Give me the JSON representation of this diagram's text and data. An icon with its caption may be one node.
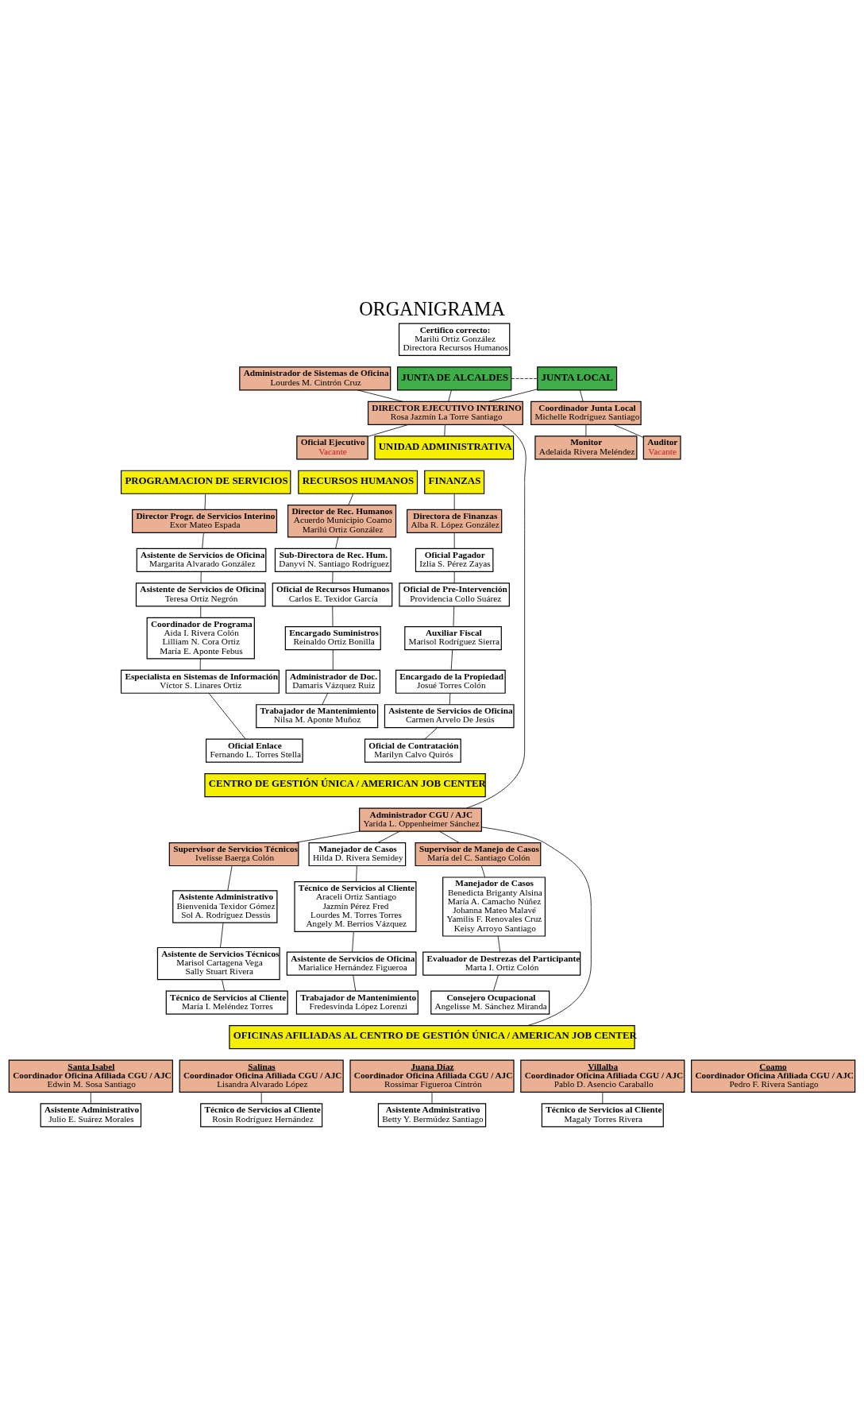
{
  "diagram": {
    "title": "ORGANIGRAMA",
    "nodes": [
      {
        "text": [
          "JUNTA DE ALCALDES"
        ]
      },
      {
        "text": [
          "JUNTA LOCAL"
        ]
      },
      {
        "text": [
          "Administrador de Sistemas de Oficina",
          "Lourdes M. Cintrón Cruz"
        ]
      },
      {
        "text": [
          "DIRECTOR EJECUTIVO INTERINO",
          "Rosa Jazmín La Torre Santiago"
        ]
      },
      {
        "text": [
          "Coordinador Junta Local",
          "Michelle Rodríguez Santiago"
        ]
      },
      {
        "text": [
          "Monitor",
          "Adelaida Rivera Meléndez"
        ]
      },
      {
        "text": [
          "Auditor",
          "Vacante"
        ]
      },
      {
        "text": [
          "Oficial Ejecutivo",
          "Vacante"
        ]
      },
      {
        "text": [
          "UNIDAD ADMINISTRATIVA"
        ]
      },
      {
        "text": [
          "PROGRAMACION DE SERVICIOS"
        ]
      },
      {
        "text": [
          "RECURSOS HUMANOS"
        ]
      },
      {
        "text": [
          "FINANZAS"
        ]
      },
      {
        "text": [
          "Director Progr. de Servicios Interino",
          "Exor Mateo Espada"
        ]
      },
      {
        "text": [
          "Asistente de Servicios de Oficina",
          "Margarita Alvarado González"
        ]
      },
      {
        "text": [
          "Asistente de Servicios de Oficina",
          "Teresa Ortiz Negrón"
        ]
      },
      {
        "text": [
          "Coordinador de Programa",
          "Aida I. Rivera Colón",
          "Lilliam N. Cora Ortiz",
          "María E. Aponte Febus"
        ]
      },
      {
        "text": [
          "Especialista en Sistemas de Información",
          "Víctor S. Linares Ortiz"
        ]
      },
      {
        "text": [
          "Oficial Enlace",
          "Fernando L. Torres Stella"
        ]
      },
      {
        "text": [
          "Director de Rec. Humanos",
          "Acuerdo Municipio Coamo",
          "Marilú Ortiz González"
        ]
      },
      {
        "text": [
          "Sub-Directora de Rec. Hum.",
          "Danyví N. Santiago Rodríguez"
        ]
      },
      {
        "text": [
          "Oficial de Recursos Humanos",
          "Carlos E. Texidor García"
        ]
      },
      {
        "text": [
          "Encargado Suministros",
          "Reinaldo Ortiz Bonilla"
        ]
      },
      {
        "text": [
          "Administrador de Doc.",
          "Damaris Vázquez Ruiz"
        ]
      },
      {
        "text": [
          "Trabajador de Mantenimiento",
          "Nilsa M. Aponte Muñoz"
        ]
      },
      {
        "text": [
          "Directora de Finanzas",
          "Alba R. López González"
        ]
      },
      {
        "text": [
          "Oficial Pagador",
          "Izlia S. Pérez Zayas"
        ]
      },
      {
        "text": [
          "Oficial de Pre-Intervención",
          "Providencia Collo Suárez"
        ]
      },
      {
        "text": [
          "Auxiliar Fiscal",
          "Marisol Rodríguez Sierra"
        ]
      },
      {
        "text": [
          "Encargado de la Propiedad",
          "Josué Torres Colón"
        ]
      },
      {
        "text": [
          "Asistente de Servicios de Oficina",
          "Carmen Arvelo De Jesús"
        ]
      },
      {
        "text": [
          "Oficial de Contratación",
          "Marilyn Calvo Quirós"
        ]
      },
      {
        "text": [
          "CENTRO DE GESTIÓN ÚNICA / AMERICAN JOB CENTER"
        ]
      },
      {
        "text": [
          "Administrador CGU / AJC",
          "Yarida L. Oppenheimer Sánchez"
        ]
      },
      {
        "text": [
          "Supervisor de Servicios Técnicos",
          "Ivelisse Baerga Colón"
        ]
      },
      {
        "text": [
          "Asistente Administrativo",
          "Bienvenida Texidor Gómez",
          "Sol A. Rodríguez Dessús"
        ]
      },
      {
        "text": [
          "Asistente de Servicios Técnicos",
          "Marisol Cartagena Vega",
          "Sally Stuart Rivera"
        ]
      },
      {
        "text": [
          "Técnico de Servicios al Cliente",
          "María I. Meléndez Torres"
        ]
      },
      {
        "text": [
          "Manejador de Casos",
          "Hilda D. Rivera Semidey"
        ]
      },
      {
        "text": [
          "Técnico de Servicios al Cliente",
          "Araceli Ortiz Santiago",
          "Jazmín Pérez Fred",
          "Lourdes M. Torres Torres",
          "Angely M. Berrios Vázquez"
        ]
      },
      {
        "text": [
          "Asistente de Servicios de Oficina",
          "Marialice Hernández Figueroa"
        ]
      },
      {
        "text": [
          "Trabajador de Mantenimiento",
          "Fredesvinda López Lorenzi"
        ]
      },
      {
        "text": [
          "Supervisor de Manejo de Casos",
          "María del C. Santiago Colón"
        ]
      },
      {
        "text": [
          "Manejador de Casos",
          "Benedicta Briganty Alsina",
          "María A. Camacho Núñez",
          "Johanna Mateo Malavé",
          "Yamilis F. Renovales Cruz",
          "Keisy Arroyo Santiago"
        ]
      },
      {
        "text": [
          "Evaluador de Destrezas del Participante",
          "Marta I. Ortiz Colón"
        ]
      },
      {
        "text": [
          "Consejero Ocupacional",
          "Angelisse M. Sánchez Miranda"
        ]
      },
      {
        "text": [
          "OFICINAS AFILIADAS AL CENTRO DE GESTIÓN ÚNICA / AMERICAN JOB CENTER"
        ]
      },
      {
        "text": [
          "Santa Isabel",
          "Coordinador Oficina Afiliada CGU / AJC",
          "Edwin M. Sosa Santiago"
        ]
      },
      {
        "text": [
          "Asistente Administrativo",
          "Julio E. Suárez Morales"
        ]
      },
      {
        "text": [
          "Salinas",
          "Coordinador Oficina Afiliada CGU / AJC",
          "Lisandra Alvarado López"
        ]
      },
      {
        "text": [
          "Técnico de Servicios al Cliente",
          "Rosin Rodríguez Hernández"
        ]
      },
      {
        "text": [
          "Juana Díaz",
          "Coordinador Oficina Afiliada CGU / AJC",
          "Rossimar Figueroa Cintrón"
        ]
      },
      {
        "text": [
          "Asistente Administrativo",
          "Betty Y. Bermúdez Santiago"
        ]
      },
      {
        "text": [
          "Villalba",
          "Coordinador Oficina Afiliada CGU / AJC",
          "Pablo D. Asencio Caraballo"
        ]
      },
      {
        "text": [
          "Técnico de Servicios al Cliente",
          "Magaly Torres Rivera"
        ]
      },
      {
        "text": [
          "Coamo",
          "Coordinador Oficina Afiliada CGU / AJC",
          "Pedro F. Rivera Santiago"
        ]
      },
      {
        "text": [
          "Certifico correcto:",
          "Marilú Ortiz González",
          "Directora Recursos Humanos"
        ]
      }
    ],
    "edges": [
      {
        "from": 0,
        "to": 1,
        "arrow": "none",
        "style": "dashed"
      },
      {
        "from": 0,
        "to": 3,
        "arrow": "none"
      },
      {
        "from": 1,
        "to": 3,
        "arrow": "none"
      },
      {
        "from": 1,
        "to": 4,
        "arrow": "none"
      },
      {
        "from": 2,
        "to": 3,
        "arrow": "none"
      },
      {
        "from": 3,
        "to": 8,
        "arrow": "none"
      },
      {
        "from": 3,
        "to": 7,
        "arrow": "none"
      },
      {
        "from": 3,
        "to": 32,
        "arrow": "none"
      },
      {
        "from": 4,
        "to": 5,
        "arrow": "none"
      },
      {
        "from": 4,
        "to": 6,
        "arrow": "none"
      },
      {
        "from": 9,
        "to": 12,
        "arrow": "none"
      },
      {
        "from": 12,
        "to": 13,
        "arrow": "none"
      },
      {
        "from": 13,
        "to": 14,
        "arrow": "none"
      },
      {
        "from": 14,
        "to": 15,
        "arrow": "none"
      },
      {
        "from": 15,
        "to": 16,
        "arrow": "none"
      },
      {
        "from": 16,
        "to": 17,
        "arrow": "none"
      },
      {
        "from": 10,
        "to": 18,
        "arrow": "none"
      },
      {
        "from": 18,
        "to": 19,
        "arrow": "none"
      },
      {
        "from": 19,
        "to": 20,
        "arrow": "none"
      },
      {
        "from": 20,
        "to": 21,
        "arrow": "none"
      },
      {
        "from": 21,
        "to": 22,
        "arrow": "none"
      },
      {
        "from": 22,
        "to": 23,
        "arrow": "none"
      },
      {
        "from": 11,
        "to": 24,
        "arrow": "none"
      },
      {
        "from": 24,
        "to": 25,
        "arrow": "none"
      },
      {
        "from": 25,
        "to": 26,
        "arrow": "none"
      },
      {
        "from": 26,
        "to": 27,
        "arrow": "none"
      },
      {
        "from": 27,
        "to": 28,
        "arrow": "none"
      },
      {
        "from": 28,
        "to": 29,
        "arrow": "none"
      },
      {
        "from": 29,
        "to": 30,
        "arrow": "none"
      },
      {
        "from": 32,
        "to": 33,
        "arrow": "none"
      },
      {
        "from": 32,
        "to": 37,
        "arrow": "none"
      },
      {
        "from": 32,
        "to": 41,
        "arrow": "none"
      },
      {
        "from": 32,
        "to": 45,
        "arrow": "none"
      },
      {
        "from": 33,
        "to": 34,
        "arrow": "none"
      },
      {
        "from": 34,
        "to": 35,
        "arrow": "none"
      },
      {
        "from": 35,
        "to": 36,
        "arrow": "none"
      },
      {
        "from": 37,
        "to": 38,
        "arrow": "none"
      },
      {
        "from": 38,
        "to": 39,
        "arrow": "none"
      },
      {
        "from": 39,
        "to": 40,
        "arrow": "none"
      },
      {
        "from": 41,
        "to": 42,
        "arrow": "none"
      },
      {
        "from": 42,
        "to": 43,
        "arrow": "none"
      },
      {
        "from": 43,
        "to": 44,
        "arrow": "none"
      },
      {
        "from": 46,
        "to": 47,
        "arrow": "none"
      },
      {
        "from": 48,
        "to": 49,
        "arrow": "none"
      },
      {
        "from": 50,
        "to": 51,
        "arrow": "none"
      },
      {
        "from": 52,
        "to": 53,
        "arrow": "none"
      }
    ]
  }
}
